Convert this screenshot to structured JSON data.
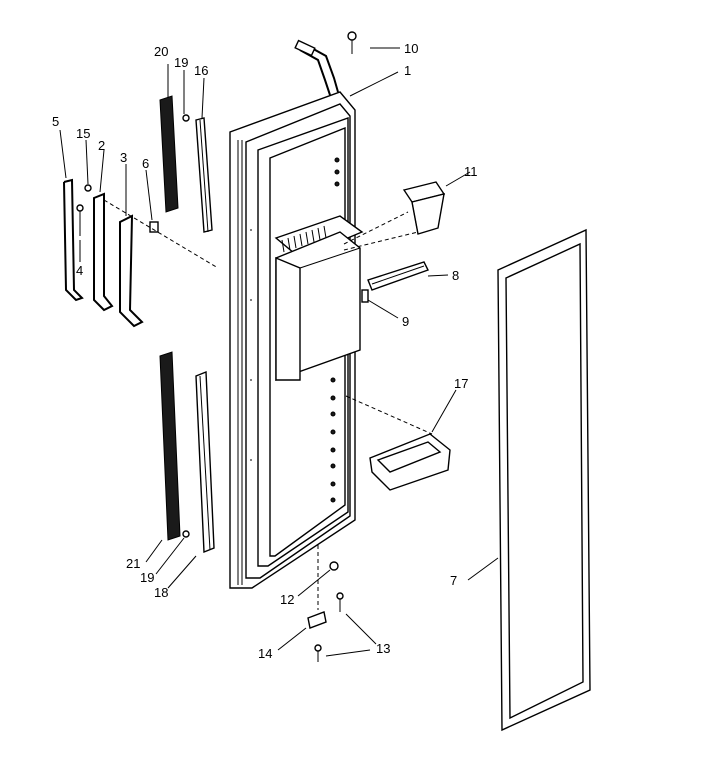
{
  "labels": {
    "p1": "1",
    "p2": "2",
    "p3": "3",
    "p4": "4",
    "p5": "5",
    "p6": "6",
    "p7": "7",
    "p8": "8",
    "p9": "9",
    "p10": "10",
    "p11": "11",
    "p12": "12",
    "p13a": "13",
    "p13b": "13",
    "p14": "14",
    "p15": "15",
    "p16": "16",
    "p17": "17",
    "p18": "18",
    "p19a": "19",
    "p19b": "19",
    "p20": "20",
    "p21": "21"
  }
}
